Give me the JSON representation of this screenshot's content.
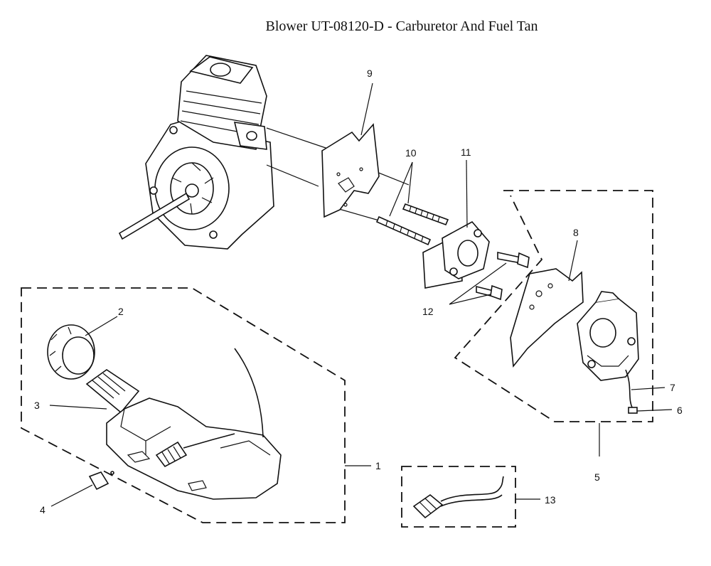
{
  "title": "Blower UT-08120-D  - Carburetor And Fuel Tan",
  "callouts": {
    "c1": "1",
    "c2": "2",
    "c3": "3",
    "c4": "4",
    "c5": "5",
    "c6": "6",
    "c7": "7",
    "c8": "8",
    "c9": "9",
    "c10": "10",
    "c11": "11",
    "c12": "12",
    "c13": "13"
  }
}
